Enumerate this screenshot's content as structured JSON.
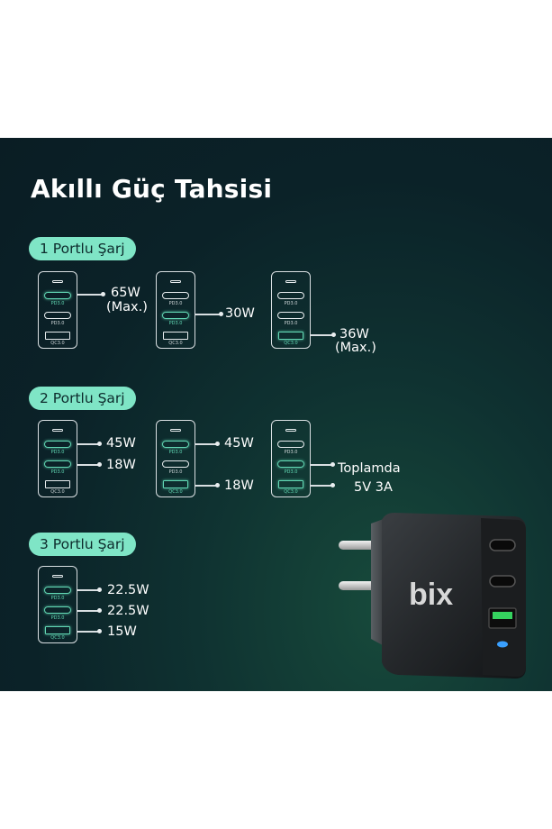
{
  "title": "Akıllı Güç Tahsisi",
  "sections": [
    {
      "label": "1 Portlu Şarj"
    },
    {
      "label": "2 Portlu Şarj"
    },
    {
      "label": "3 Portlu Şarj"
    }
  ],
  "port_labels": {
    "c1": "PD3.0",
    "c2": "PD3.0",
    "a": "QC3.0"
  },
  "values": {
    "s1": {
      "d1_a": "65W",
      "d1_b": "(Max.)",
      "d2": "30W",
      "d3_a": "36W",
      "d3_b": "(Max.)"
    },
    "s2": {
      "d1_c1": "45W",
      "d1_c2": "18W",
      "d2_c1": "45W",
      "d2_a": "18W",
      "d3_a": "Toplamda",
      "d3_b": "5V 3A"
    },
    "s3": {
      "c1": "22.5W",
      "c2": "22.5W",
      "a": "15W"
    }
  },
  "brand": "bix",
  "colors": {
    "accent": "#7fe5c6",
    "port_active": "#62d8b4",
    "background": "#0d2a2e"
  }
}
